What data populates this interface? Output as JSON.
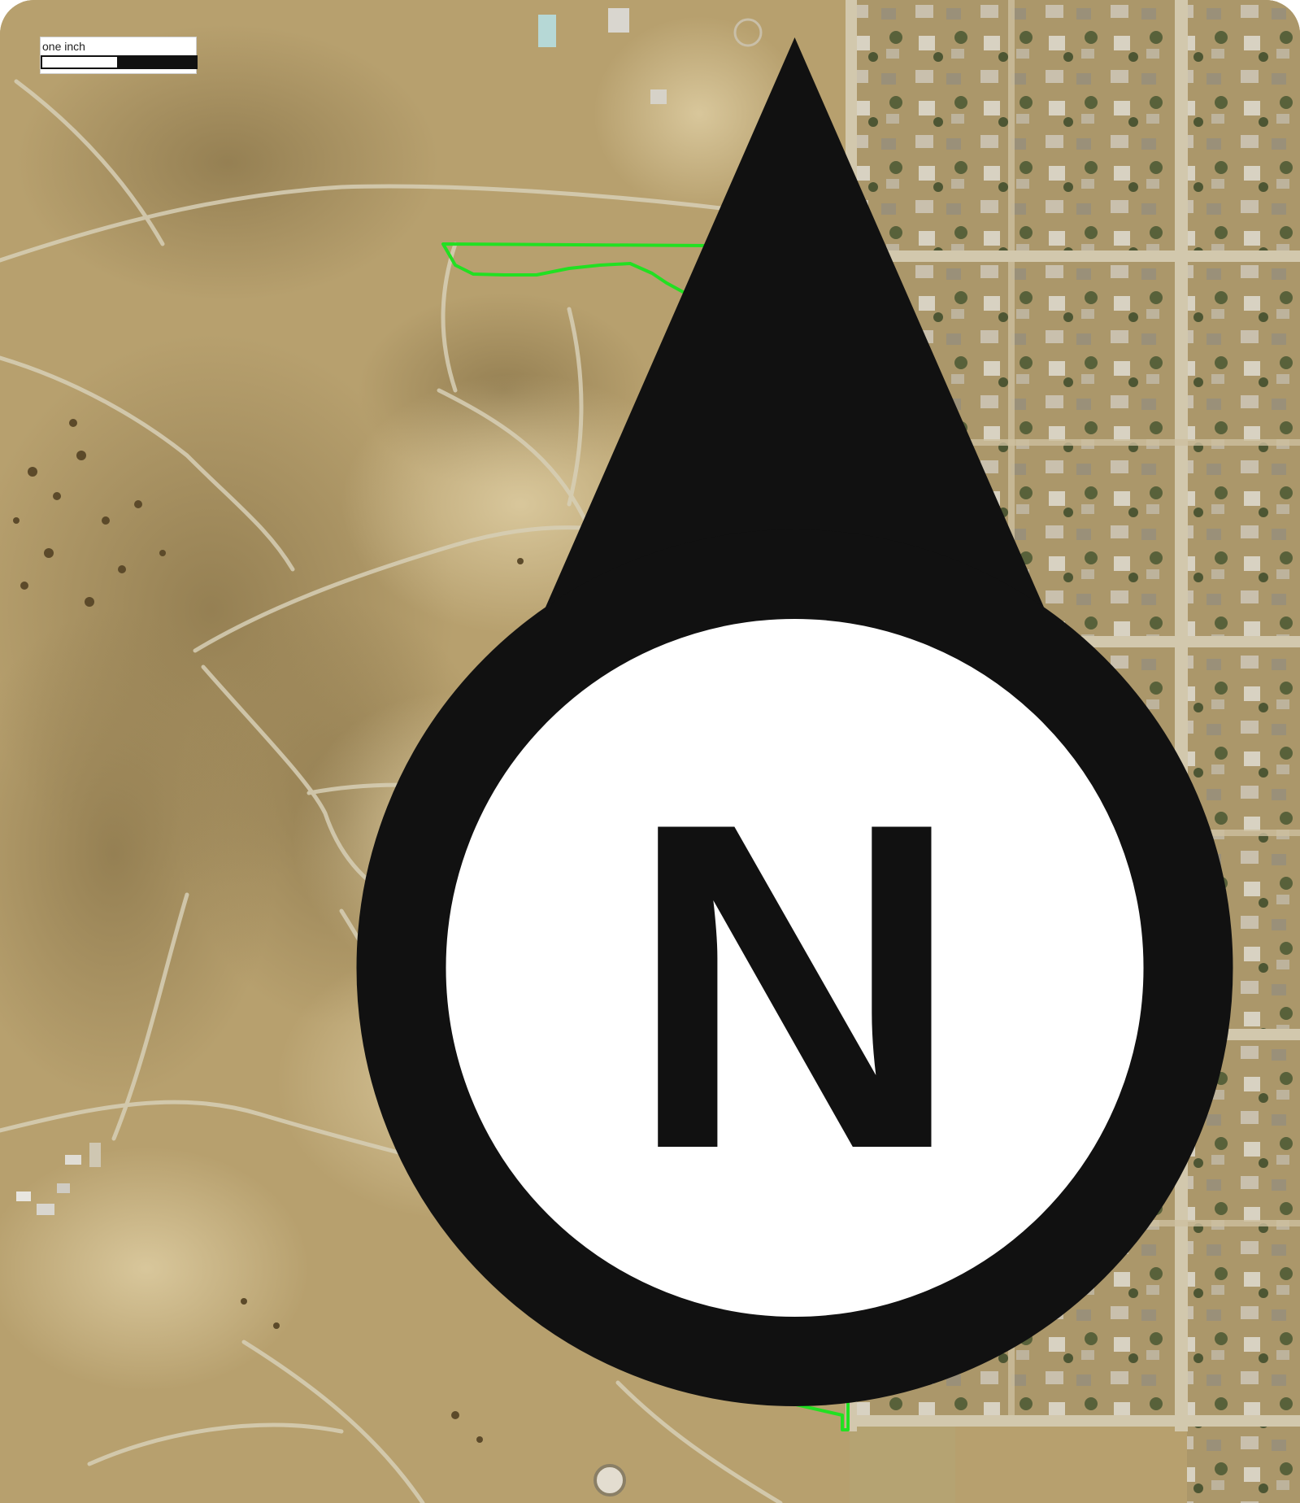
{
  "map": {
    "type": "aerial-imagery",
    "colors": {
      "parcel_boundary": "#22e022",
      "terrain": "#b7a06e",
      "town_grid": "#a89468",
      "road": "#d7cfb6"
    }
  },
  "scale_bar": {
    "label": "one inch",
    "north_symbol": "N"
  },
  "icons": {
    "north_arrow": "north-arrow-icon"
  }
}
